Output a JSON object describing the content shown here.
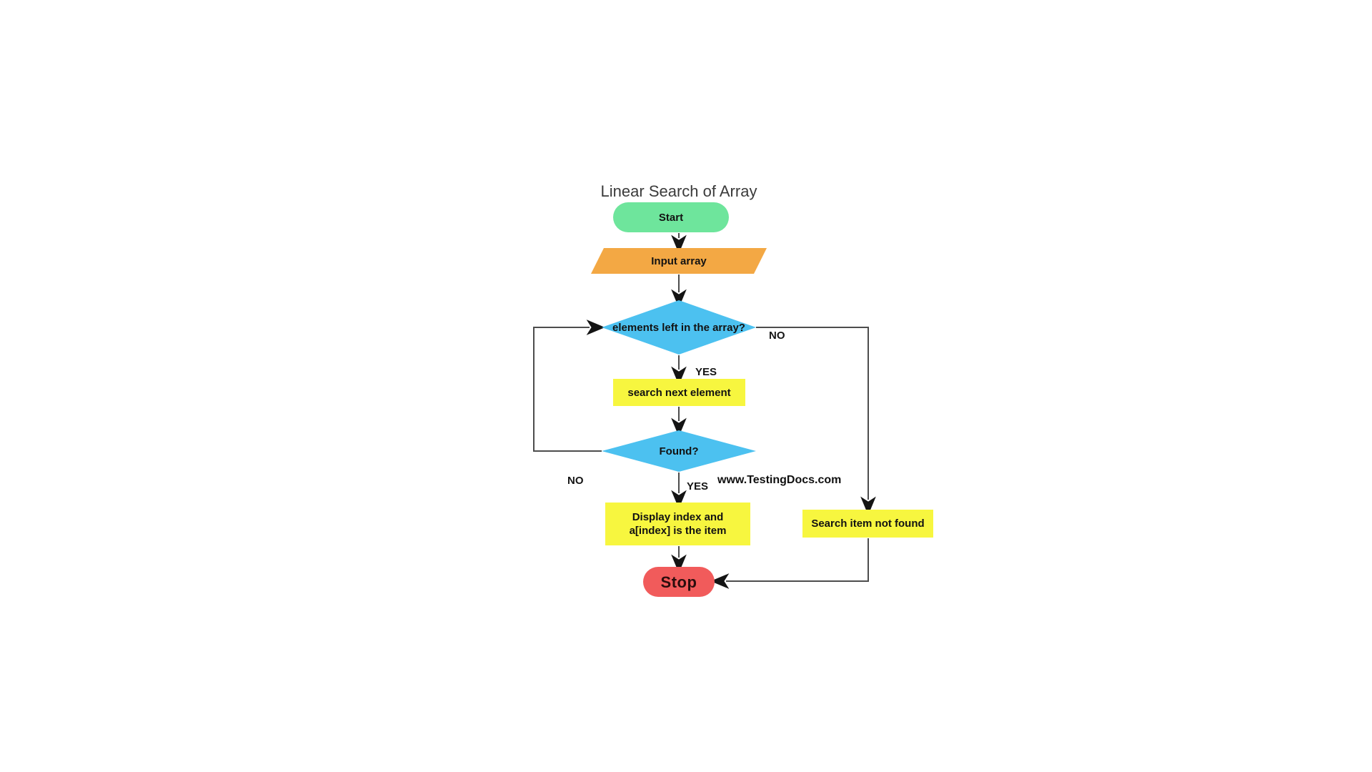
{
  "title": "Linear Search of Array",
  "watermark": "www.TestingDocs.com",
  "colors": {
    "terminator_start": "#6ee59c",
    "io": "#f3a844",
    "decision": "#4cc1f0",
    "process": "#f7f63f",
    "terminator_stop": "#f15b5b",
    "line": "#4d4d4d",
    "arrow": "#141414"
  },
  "nodes": {
    "start": {
      "type": "terminator",
      "label": "Start"
    },
    "input": {
      "type": "input-output",
      "label": "Input array"
    },
    "elements_left": {
      "type": "decision",
      "label": "elements left in the array?"
    },
    "search_next": {
      "type": "process",
      "label": "search next element"
    },
    "found": {
      "type": "decision",
      "label": "Found?"
    },
    "display": {
      "type": "process",
      "label": "Display index and\na[index] is the item"
    },
    "not_found": {
      "type": "process",
      "label": "Search item not found"
    },
    "stop": {
      "type": "terminator",
      "label": "Stop"
    }
  },
  "edge_labels": {
    "elements_left_yes": "YES",
    "elements_left_no": "NO",
    "found_yes": "YES",
    "found_no": "NO"
  }
}
